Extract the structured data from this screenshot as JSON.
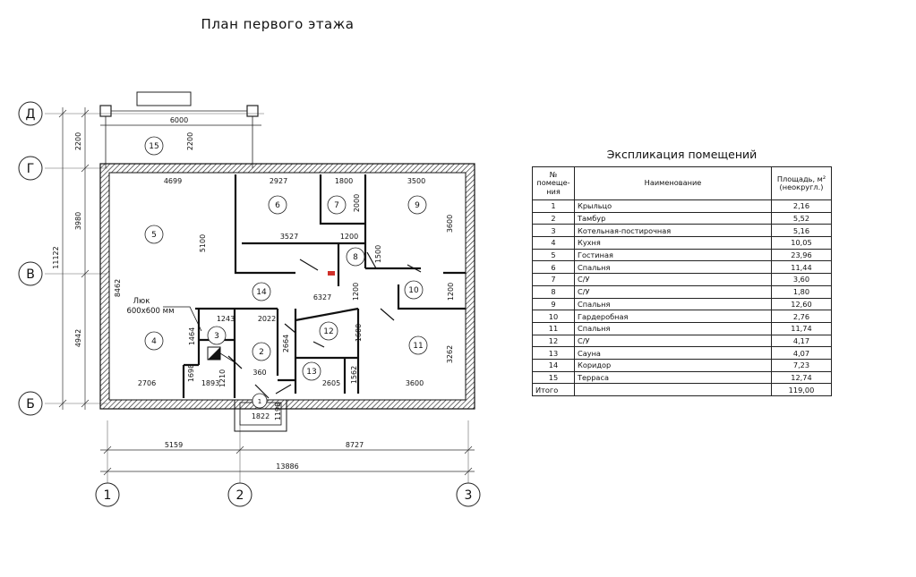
{
  "title": "План первого этажа",
  "axes": {
    "letters": [
      "Д",
      "Г",
      "В",
      "Б"
    ],
    "numbers": [
      "1",
      "2",
      "3"
    ]
  },
  "dimensions": {
    "left_outer": "11122",
    "left_inner": [
      "2200",
      "3980",
      "4942"
    ],
    "top_terrace": "6000",
    "terrace_depth": "2200",
    "bottom_parts": [
      "5159",
      "8727"
    ],
    "bottom_total": "13886",
    "room_dims": [
      "4699",
      "2927",
      "1800",
      "3500",
      "5100",
      "2000",
      "3527",
      "1200",
      "3600",
      "1500",
      "8462",
      "6327",
      "1200",
      "1200",
      "1243",
      "2022",
      "1464",
      "2664",
      "1600",
      "3262",
      "1698",
      "360",
      "1562",
      "2706",
      "1893",
      "1210",
      "2605",
      "3600",
      "1822",
      "1198"
    ]
  },
  "room_numbers": [
    "15",
    "6",
    "7",
    "9",
    "5",
    "8",
    "14",
    "10",
    "3",
    "12",
    "4",
    "2",
    "11",
    "13",
    "1"
  ],
  "hatch_label": [
    "Люк",
    "600х600 мм"
  ],
  "table": {
    "title": "Экспликация помещений",
    "headers": {
      "number": [
        "№",
        "помеще-",
        "ния"
      ],
      "name": "Наименование",
      "area": [
        "Площадь, м²",
        "(неокругл.)"
      ]
    },
    "rows": [
      {
        "n": "1",
        "name": "Крыльцо",
        "area": "2,16"
      },
      {
        "n": "2",
        "name": "Тамбур",
        "area": "5,52"
      },
      {
        "n": "3",
        "name": "Котельная-постирочная",
        "area": "5,16"
      },
      {
        "n": "4",
        "name": "Кухня",
        "area": "10,05"
      },
      {
        "n": "5",
        "name": "Гостиная",
        "area": "23,96"
      },
      {
        "n": "6",
        "name": "Спальня",
        "area": "11,44"
      },
      {
        "n": "7",
        "name": "С/У",
        "area": "3,60"
      },
      {
        "n": "8",
        "name": "С/У",
        "area": "1,80"
      },
      {
        "n": "9",
        "name": "Спальня",
        "area": "12,60"
      },
      {
        "n": "10",
        "name": "Гардеробная",
        "area": "2,76"
      },
      {
        "n": "11",
        "name": "Спальня",
        "area": "11,74"
      },
      {
        "n": "12",
        "name": "С/У",
        "area": "4,17"
      },
      {
        "n": "13",
        "name": "Сауна",
        "area": "4,07"
      },
      {
        "n": "14",
        "name": "Коридор",
        "area": "7,23"
      },
      {
        "n": "15",
        "name": "Терраса",
        "area": "12,74"
      }
    ],
    "total_label": "Итого",
    "total_area": "119,00"
  }
}
